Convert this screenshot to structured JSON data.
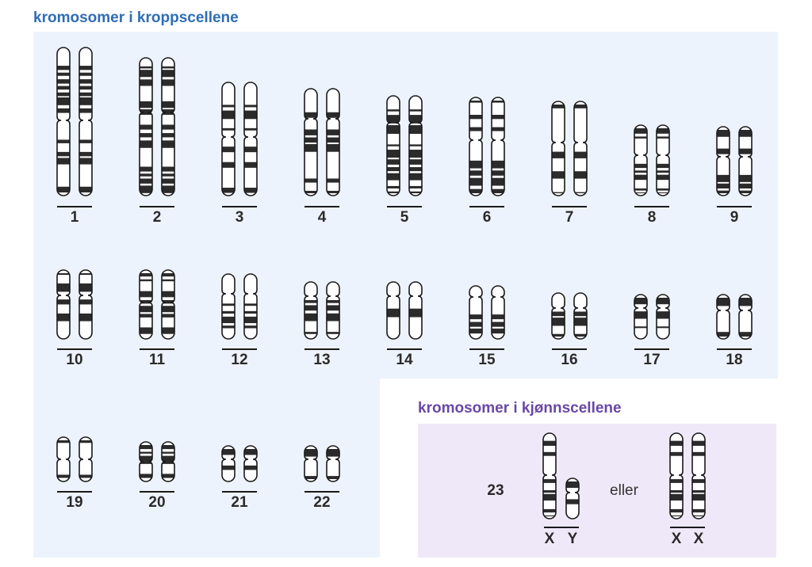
{
  "titles": {
    "autosomes": "kromosomer i kroppscellene",
    "sex": "kromosomer i kjønnscellene"
  },
  "colors": {
    "autosome_title": "#2f6db5",
    "sex_title": "#6a47a6",
    "autosome_panel": "#edf3fc",
    "sex_panel": "#efe8f8",
    "chromosome_outline": "#1a1a1a",
    "band_dark": "#2b2b2b",
    "band_light": "#ffffff"
  },
  "autosomes": [
    {
      "label": "1"
    },
    {
      "label": "2"
    },
    {
      "label": "3"
    },
    {
      "label": "4"
    },
    {
      "label": "5"
    },
    {
      "label": "6"
    },
    {
      "label": "7"
    },
    {
      "label": "8"
    },
    {
      "label": "9"
    },
    {
      "label": "10"
    },
    {
      "label": "11"
    },
    {
      "label": "12"
    },
    {
      "label": "13"
    },
    {
      "label": "14"
    },
    {
      "label": "15"
    },
    {
      "label": "16"
    },
    {
      "label": "17"
    },
    {
      "label": "18"
    },
    {
      "label": "19"
    },
    {
      "label": "20"
    },
    {
      "label": "21"
    },
    {
      "label": "22"
    }
  ],
  "sex_chromosomes": {
    "number_label": "23",
    "or_label": "eller",
    "male": {
      "labels": [
        "X",
        "Y"
      ]
    },
    "female": {
      "labels": [
        "X",
        "X"
      ]
    }
  }
}
